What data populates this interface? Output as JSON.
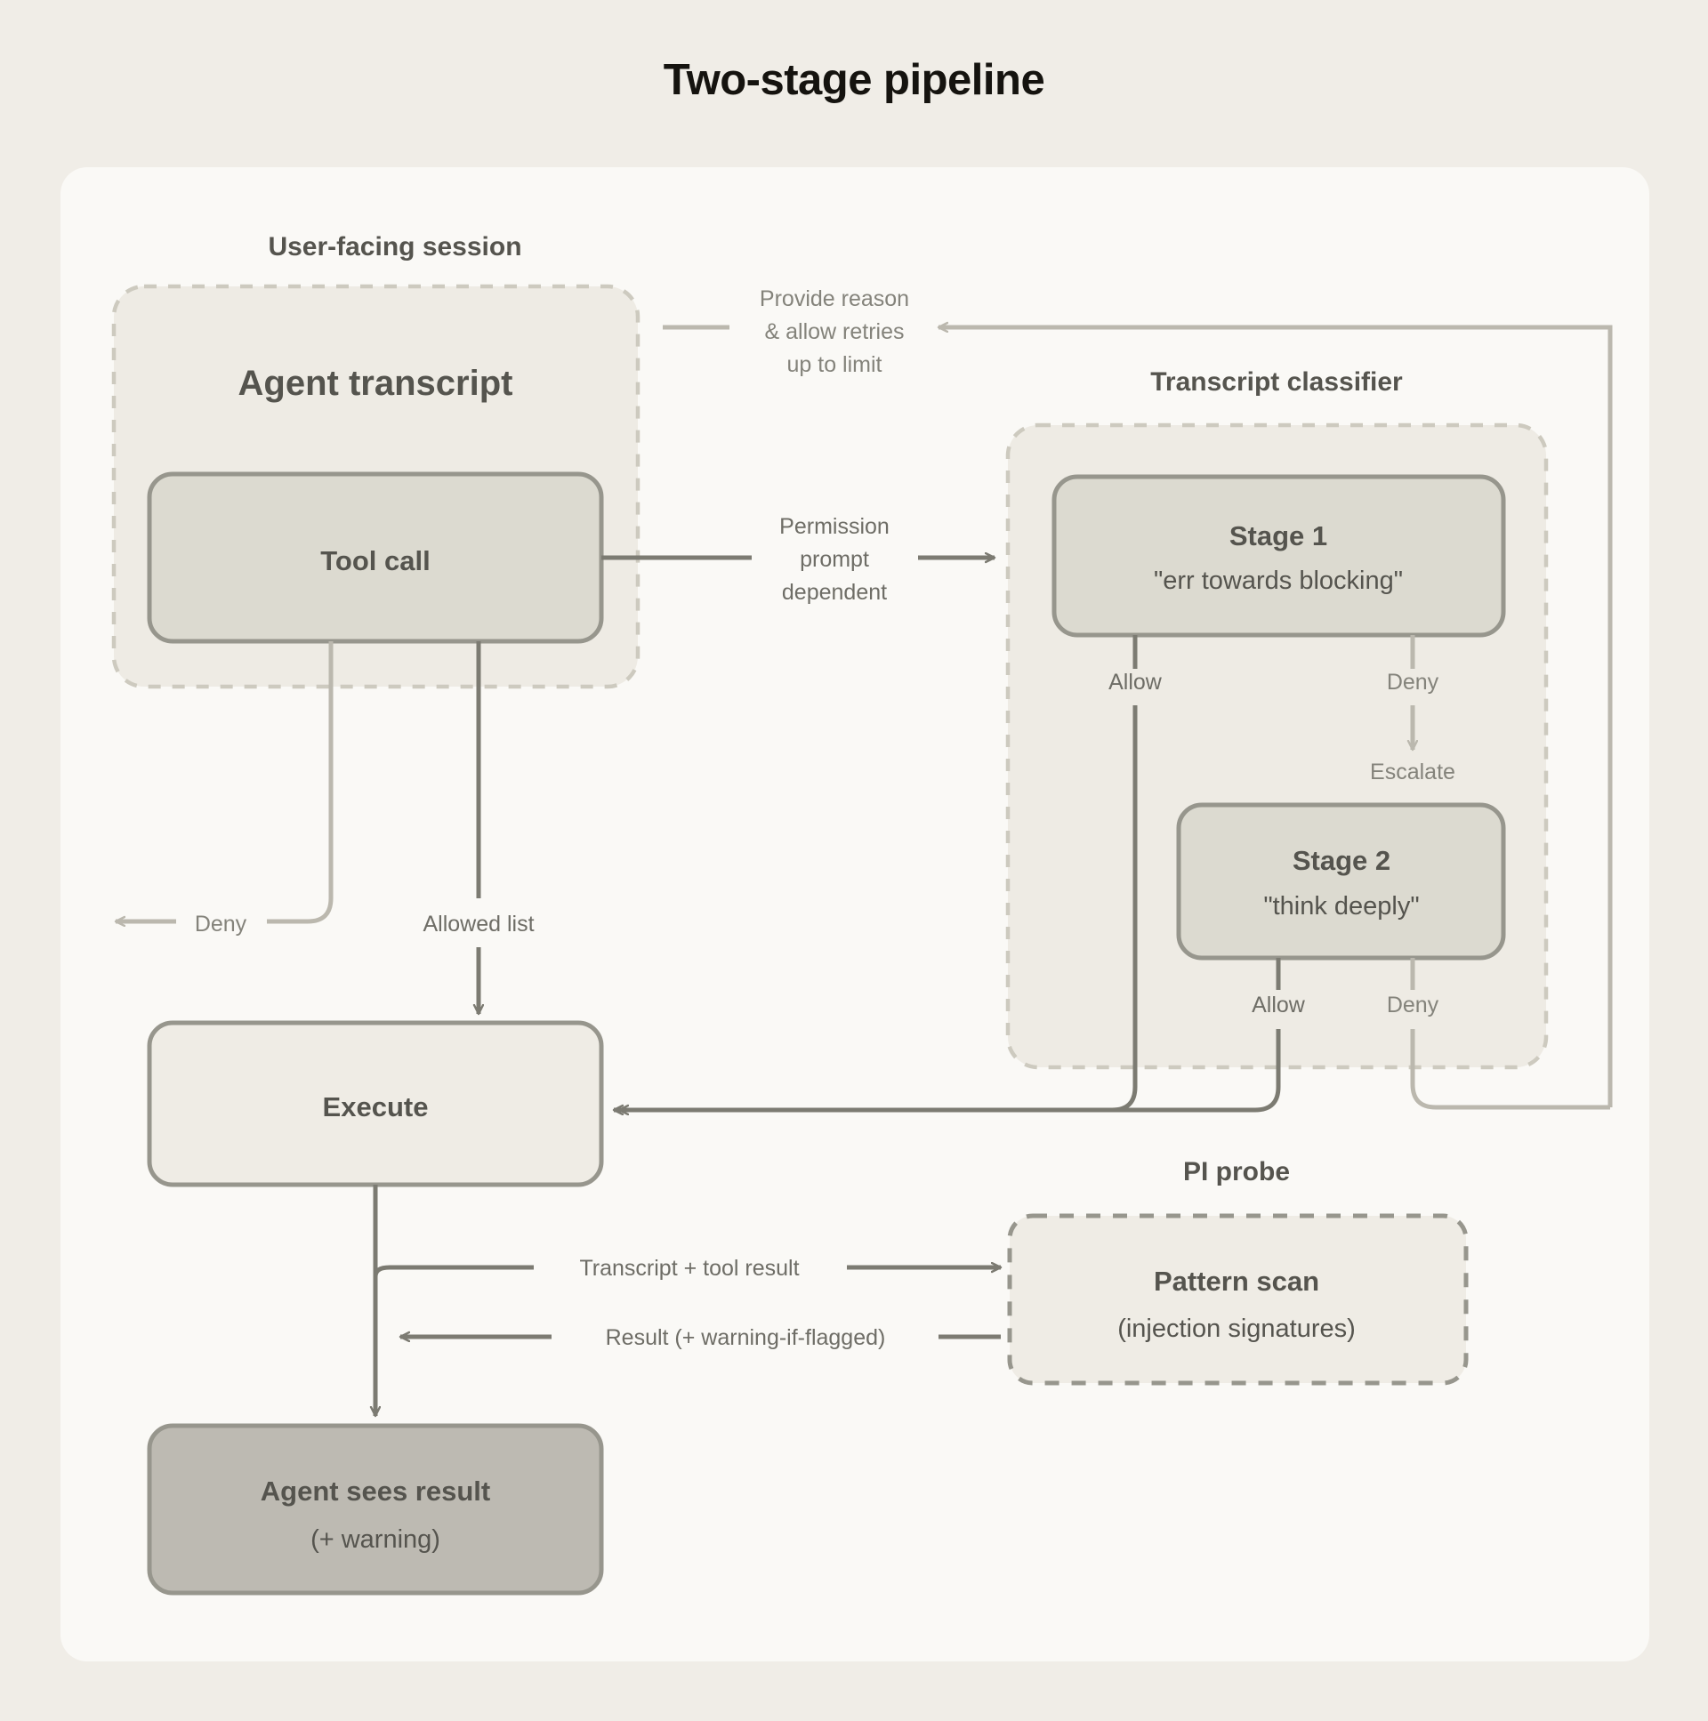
{
  "page": {
    "title": "Two-stage pipeline",
    "background": "#f0ede7",
    "panel_background": "#faf9f6"
  },
  "groups": {
    "user_session": "User-facing session",
    "transcript_classifier": "Transcript classifier",
    "pi_probe": "PI probe"
  },
  "nodes": {
    "agent_transcript": "Agent transcript",
    "tool_call": "Tool call",
    "stage1_title": "Stage 1",
    "stage1_sub": "\"err towards blocking\"",
    "stage2_title": "Stage 2",
    "stage2_sub": "\"think deeply\"",
    "execute": "Execute",
    "pattern_scan_title": "Pattern scan",
    "pattern_scan_sub": "(injection signatures)",
    "agent_sees_result_title": "Agent sees result",
    "agent_sees_result_sub": "(+ warning)"
  },
  "edges": {
    "retry_1": "Provide reason",
    "retry_2": "& allow retries",
    "retry_3": "up to limit",
    "permission_1": "Permission",
    "permission_2": "prompt",
    "permission_3": "dependent",
    "stage1_allow": "Allow",
    "stage1_deny": "Deny",
    "escalate": "Escalate",
    "stage2_allow": "Allow",
    "stage2_deny": "Deny",
    "tool_deny": "Deny",
    "allowed_list": "Allowed list",
    "to_probe": "Transcript + tool result",
    "from_probe": "Result (+ warning-if-flagged)"
  },
  "colors": {
    "node_fill_light": "#efece5",
    "node_fill_mid": "#dcdad0",
    "node_fill_dark": "#bdbab2",
    "stroke_strong": "#7c7b72",
    "stroke_weak": "#bbb8ae",
    "text_dark": "#55544e",
    "text_muted": "#84837b"
  }
}
